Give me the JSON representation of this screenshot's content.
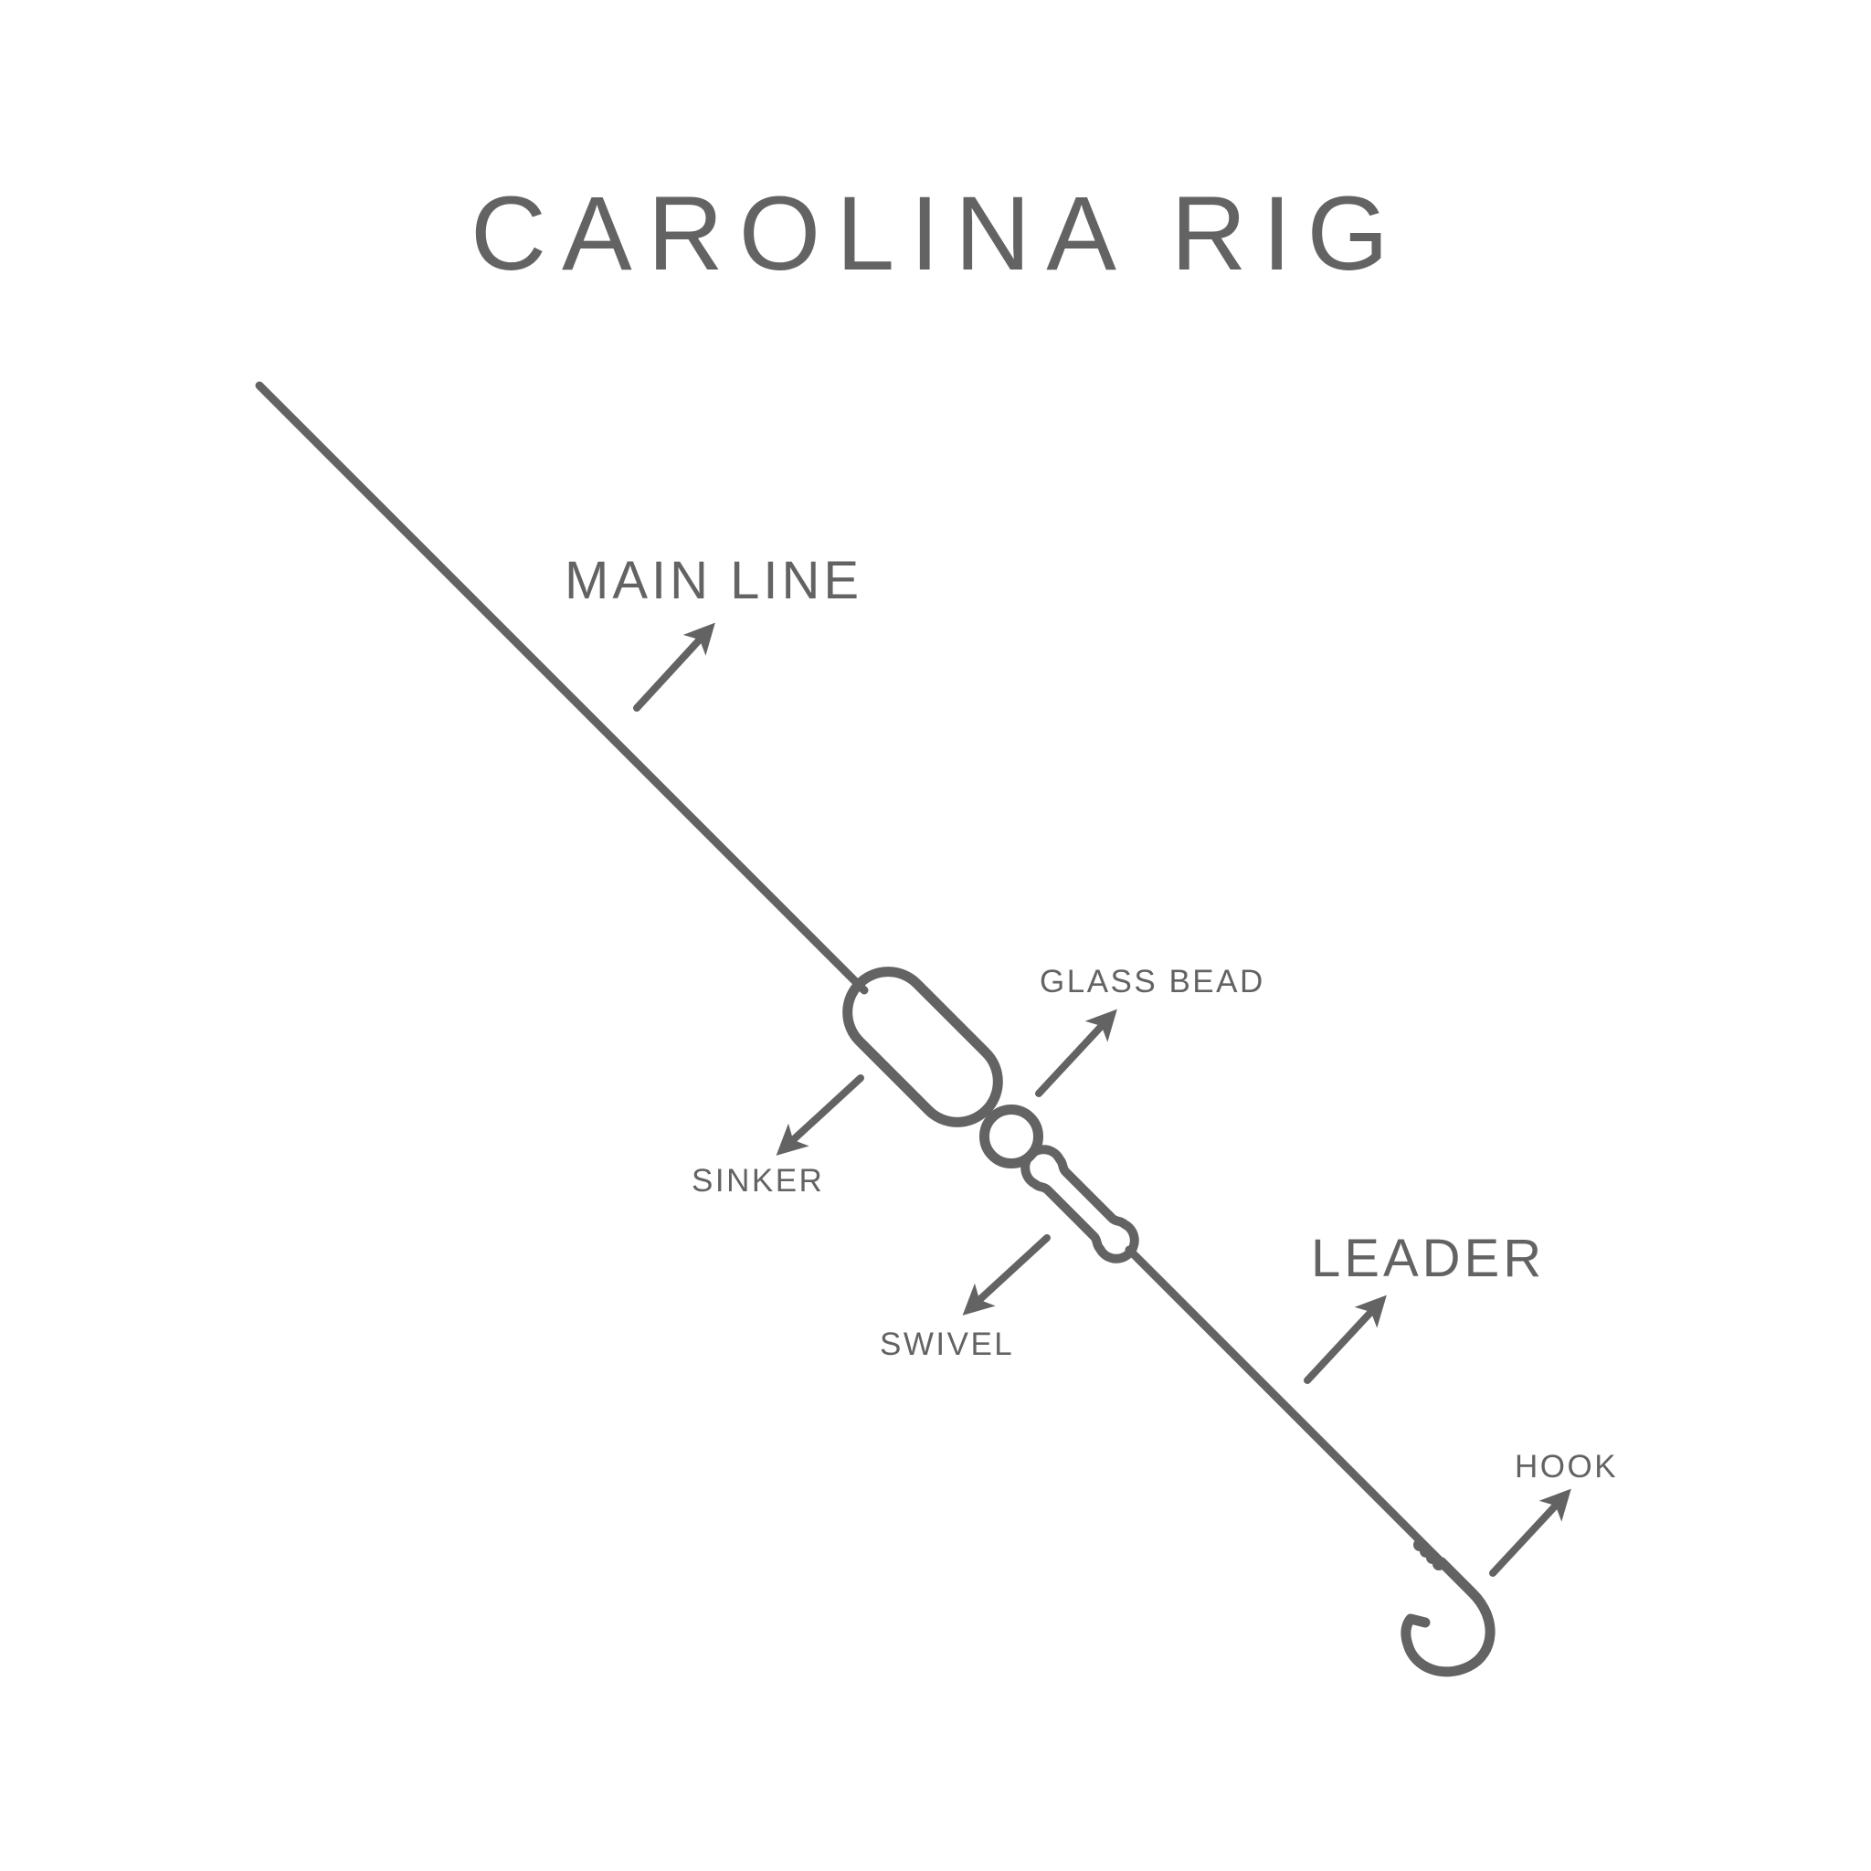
{
  "title": "CAROLINA RIG",
  "colors": {
    "ink": "#636363",
    "background": "#ffffff"
  },
  "labels": {
    "main_line": "MAIN LINE",
    "glass_bead": "GLASS BEAD",
    "sinker": "SINKER",
    "swivel": "SWIVEL",
    "leader": "LEADER",
    "hook": "HOOK"
  },
  "components": [
    {
      "id": "main_line",
      "label": "MAIN LINE",
      "arrow_direction": "up-right"
    },
    {
      "id": "sinker",
      "label": "SINKER",
      "arrow_direction": "down-left"
    },
    {
      "id": "glass_bead",
      "label": "GLASS BEAD",
      "arrow_direction": "up-right"
    },
    {
      "id": "swivel",
      "label": "SWIVEL",
      "arrow_direction": "down-left"
    },
    {
      "id": "leader",
      "label": "LEADER",
      "arrow_direction": "up-right"
    },
    {
      "id": "hook",
      "label": "HOOK",
      "arrow_direction": "up-right"
    }
  ]
}
